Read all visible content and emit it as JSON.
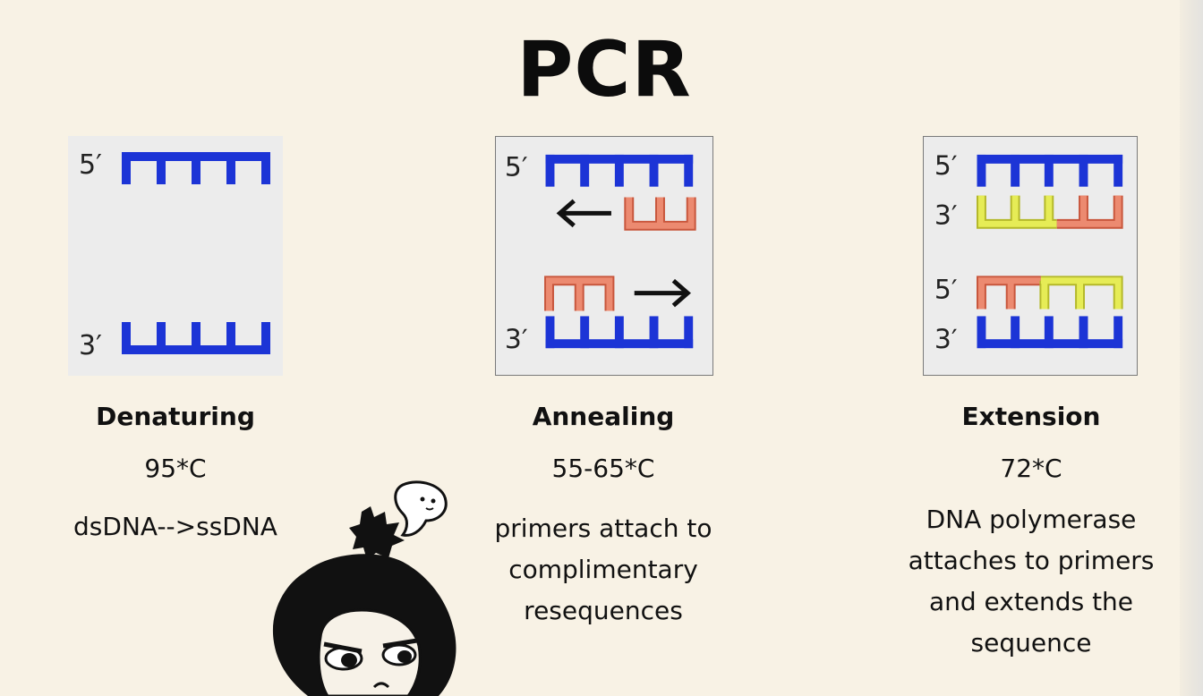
{
  "title": "PCR",
  "steps": [
    {
      "name": "Denaturing",
      "temperature": "95*C",
      "description": "dsDNA-->ssDNA",
      "labels": [
        "5′",
        "3′"
      ]
    },
    {
      "name": "Annealing",
      "temperature": "55-65*C",
      "description_lines": [
        "primers attach to",
        "complimentary",
        "resequences"
      ],
      "labels": [
        "5′",
        "3′"
      ]
    },
    {
      "name": "Extension",
      "temperature": "72*C",
      "description_lines": [
        "DNA polymerase",
        "attaches to primers",
        "and extends the",
        "sequence"
      ],
      "labels": [
        "5′",
        "3′",
        "5′",
        "3′"
      ]
    }
  ],
  "colors": {
    "template_strand": "#1c34d6",
    "primer": "#e8806a",
    "new_strand": "#e2e84a",
    "background": "#f8f2e5",
    "panel": "#ececec"
  },
  "icons": [
    "arrow-left-icon",
    "arrow-right-icon",
    "mascot-doodle"
  ]
}
